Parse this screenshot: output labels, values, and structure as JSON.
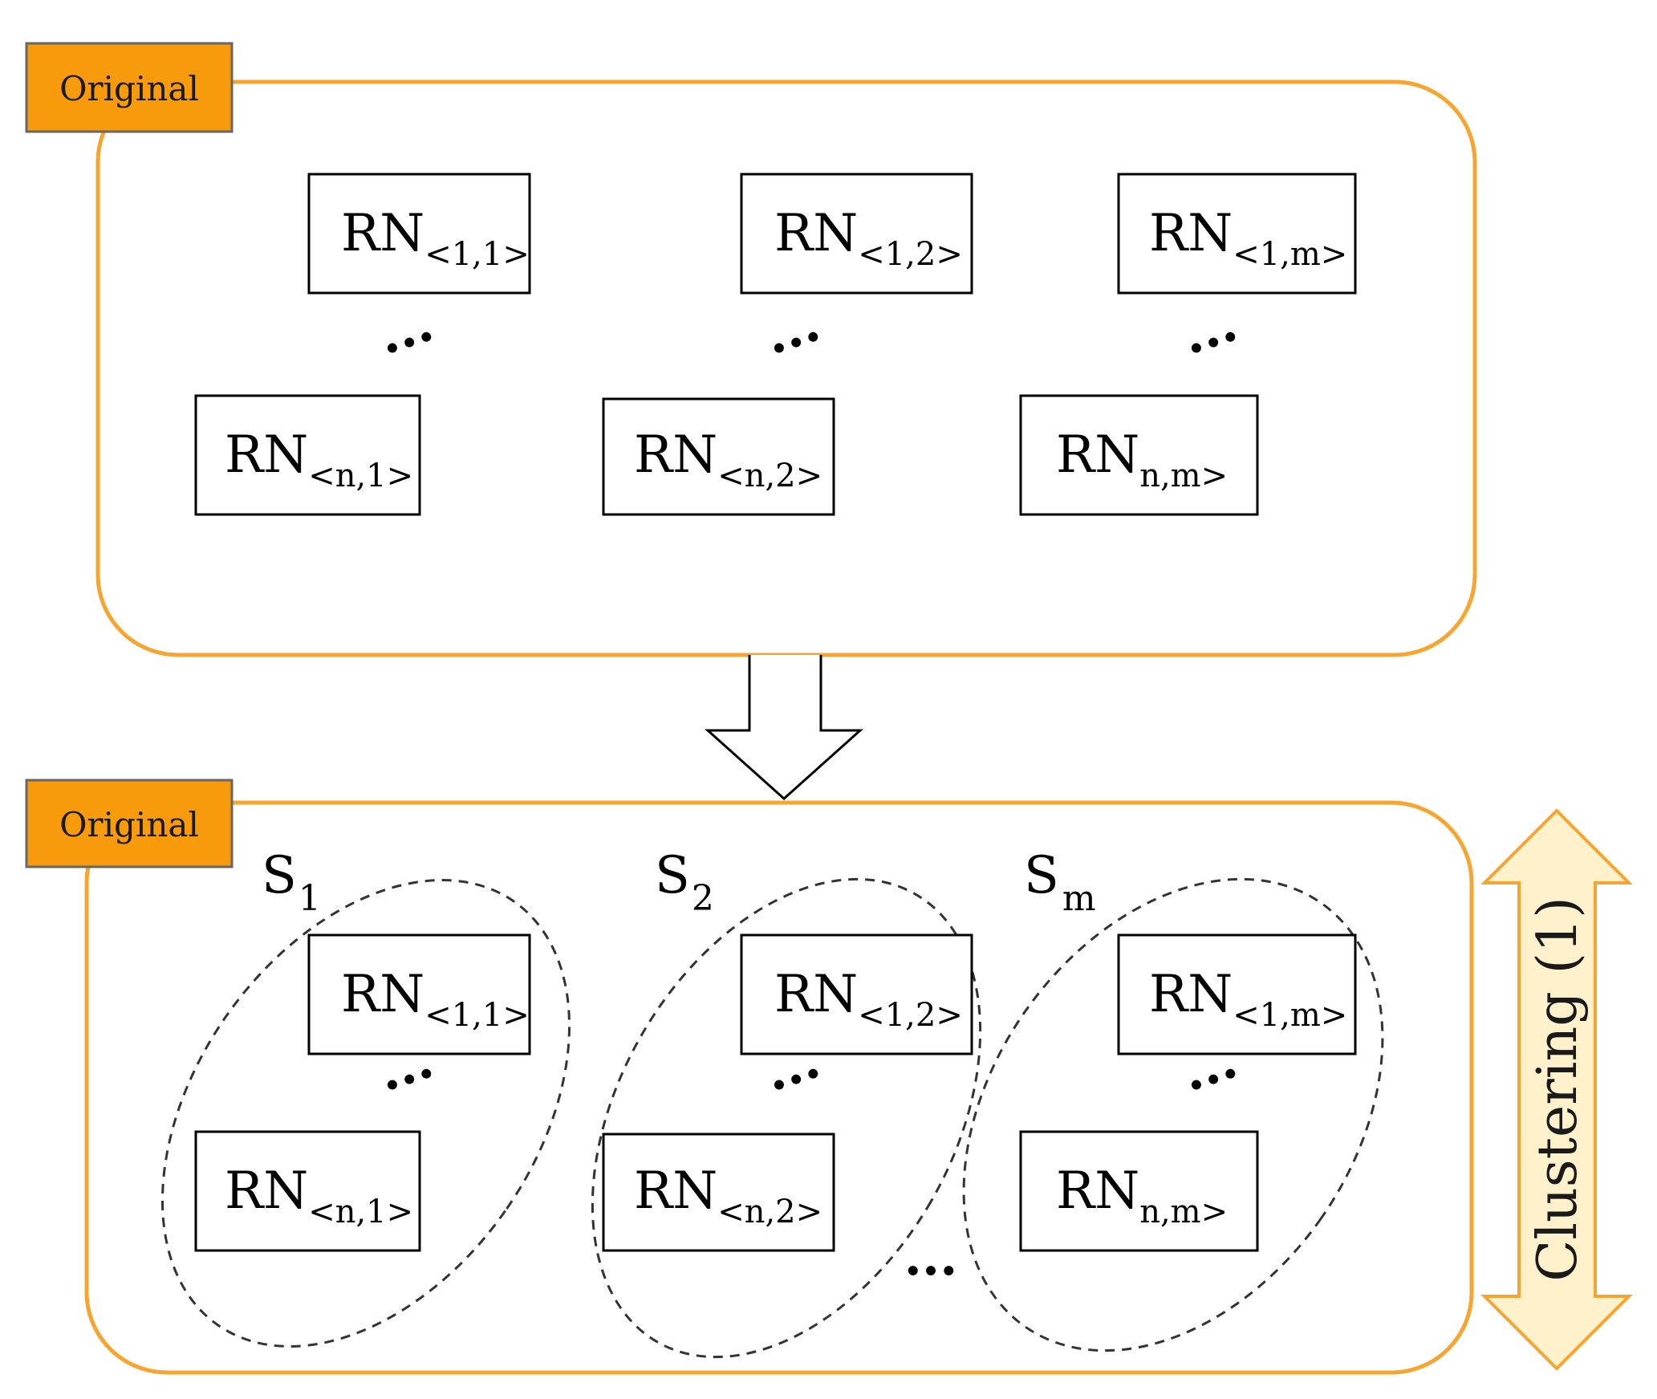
{
  "colors": {
    "panel_border": "#F7A531",
    "tag_fill": "#F79A0C",
    "tag_border": "#666666",
    "arrow_fill": "#FFF1CC",
    "arrow_border": "#F7A531",
    "box_border": "#000000",
    "dashed": "#333333"
  },
  "top_panel": {
    "tag": "Original",
    "nodes": [
      {
        "main": "RN",
        "sub": "<1,1>"
      },
      {
        "main": "RN",
        "sub": "<1,2>"
      },
      {
        "main": "RN",
        "sub": "<1,m>"
      },
      {
        "main": "RN",
        "sub": "<n,1>"
      },
      {
        "main": "RN",
        "sub": "<n,2>"
      },
      {
        "main": "RN",
        "sub": "n,m>"
      }
    ],
    "ellipsis": "..."
  },
  "transition_arrow_icon": "down-arrow-icon",
  "bottom_panel": {
    "tag": "Original",
    "sets": [
      {
        "main": "S",
        "sub": "1"
      },
      {
        "main": "S",
        "sub": "2"
      },
      {
        "main": "S",
        "sub": "m"
      }
    ],
    "nodes": [
      {
        "main": "RN",
        "sub": "<1,1>"
      },
      {
        "main": "RN",
        "sub": "<1,2>"
      },
      {
        "main": "RN",
        "sub": "<1,m>"
      },
      {
        "main": "RN",
        "sub": "<n,1>"
      },
      {
        "main": "RN",
        "sub": "<n,2>"
      },
      {
        "main": "RN",
        "sub": "n,m>"
      }
    ],
    "ellipsis": "...",
    "between_sets_ellipsis": "..."
  },
  "side_label": "Clustering (1)",
  "side_arrow_icon": "double-vertical-arrow-icon"
}
